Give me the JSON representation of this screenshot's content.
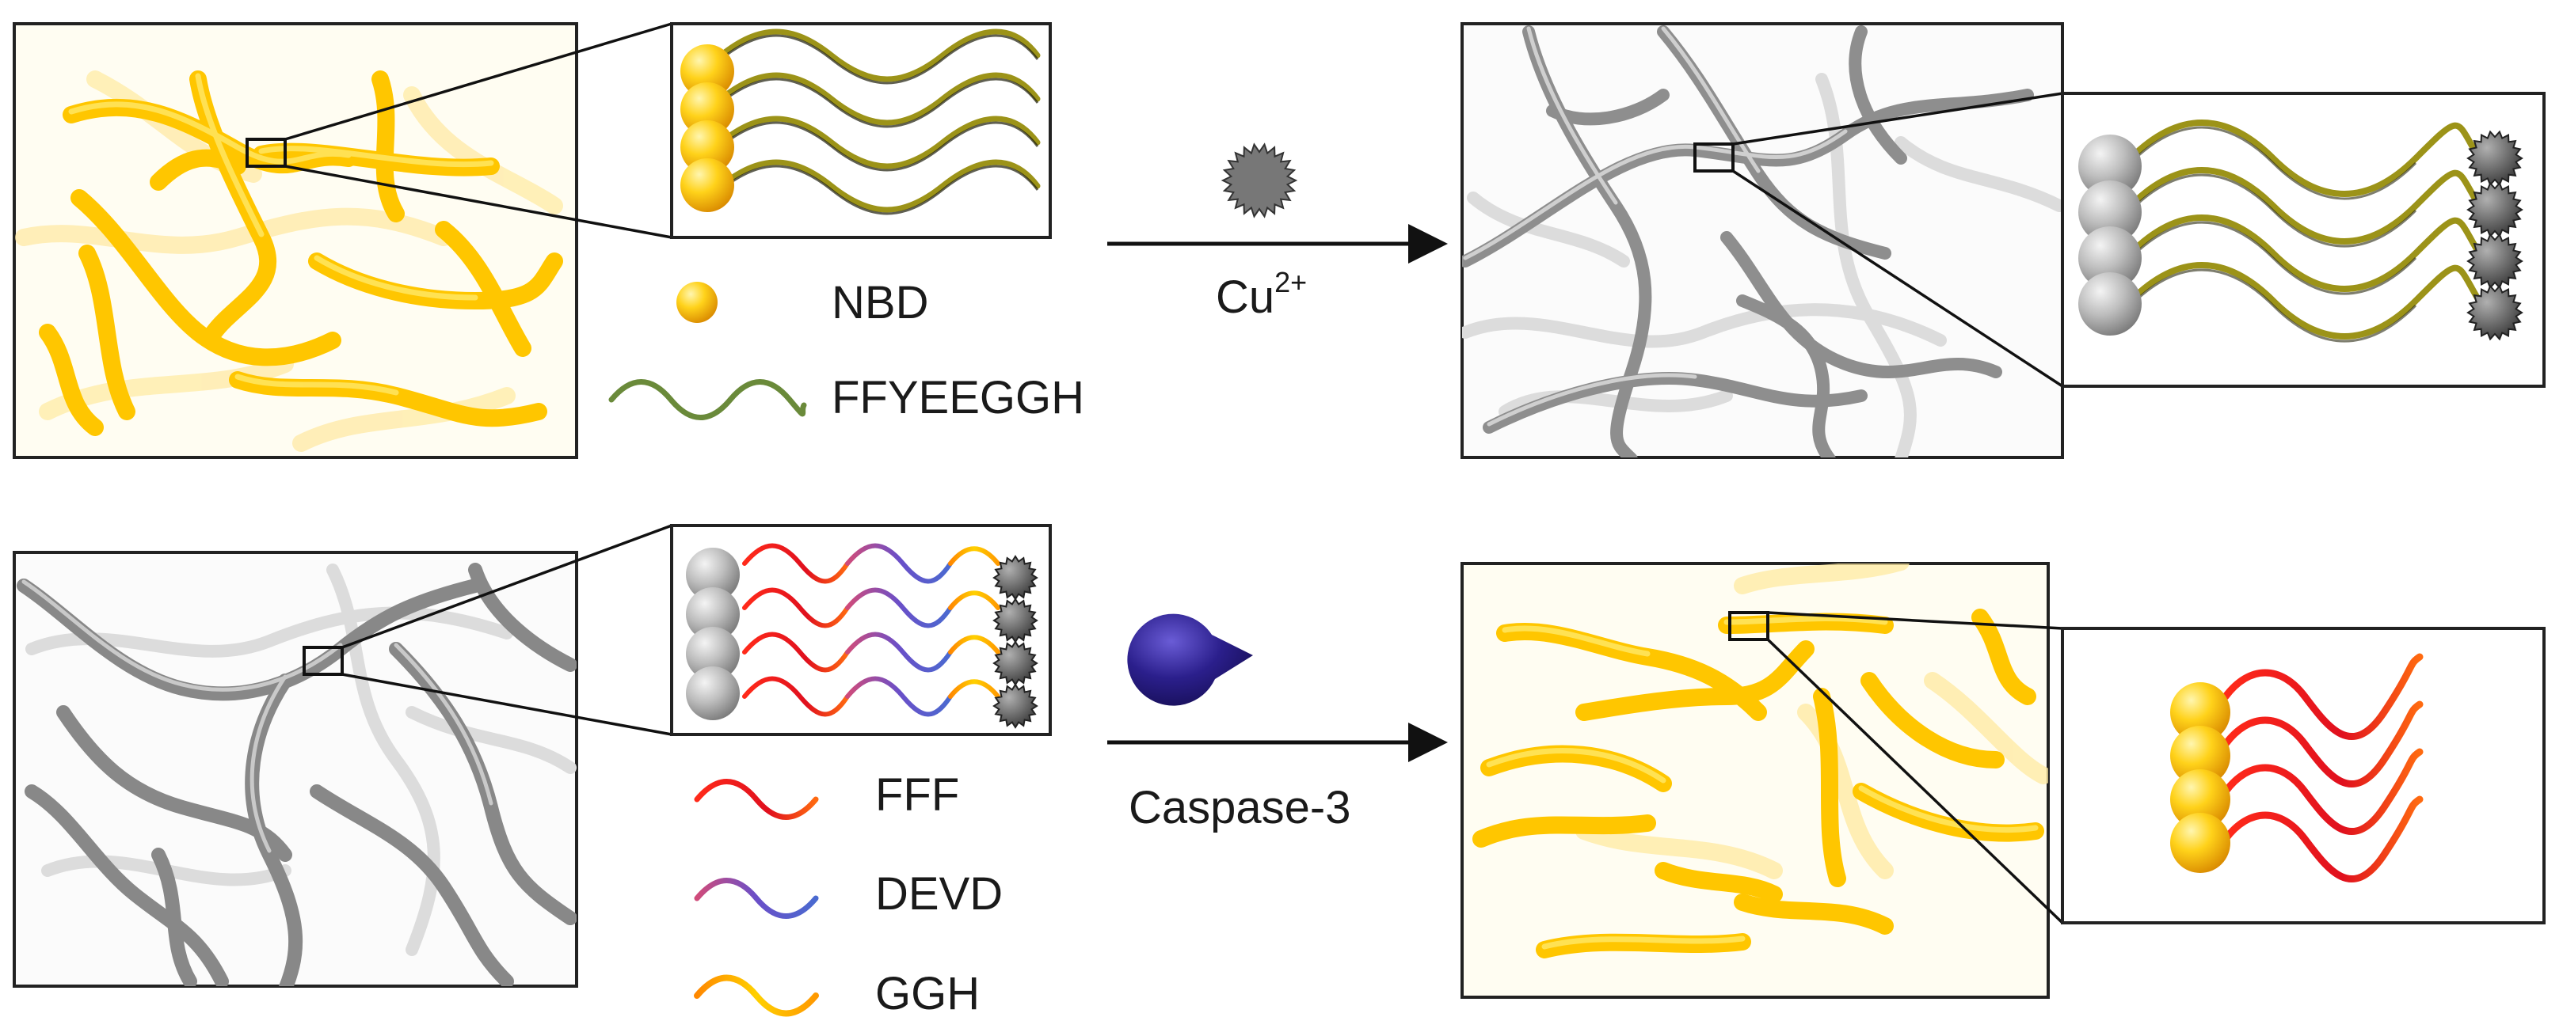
{
  "labels": {
    "nbd": "NBD",
    "ffyeeggh": "FFYEEGGH",
    "fff": "FFF",
    "devd": "DEVD",
    "ggh": "GGH",
    "cu_base": "Cu",
    "cu_charge": "2+",
    "caspase": "Caspase-3"
  },
  "colors": {
    "fiber_yellow": "#ffc600",
    "fiber_yellow_light": "#ffe066",
    "fiber_gray": "#8e8e8e",
    "fiber_gray_light": "#d4d4d4",
    "peptide_olive": "#9c9318",
    "peptide_red": "#f01020",
    "peptide_purple": "#8a4fb8",
    "enzyme_navy": "#2b1f8c",
    "ion_gray": "#777777"
  }
}
